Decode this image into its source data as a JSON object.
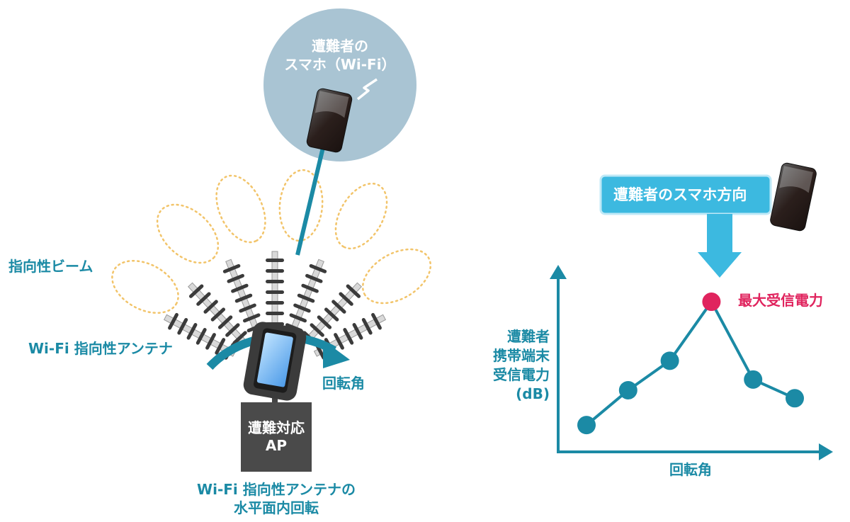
{
  "labels": {
    "victim_phone": [
      "遭難者の",
      "スマホ（Wi-Fi）"
    ],
    "directional_beam": "指向性ビーム",
    "wifi_antenna": "Wi-Fi 指向性アンテナ",
    "rotation_angle_left": "回転角",
    "ap_box": [
      "遭難対応",
      "AP"
    ],
    "antenna_rotation_caption": [
      "Wi-Fi 指向性アンテナの",
      "水平面内回転"
    ],
    "direction_banner": "遭難者のスマホ方向",
    "max_power": "最大受信電力",
    "y_axis_label": [
      "遭難者",
      "携帯端末",
      "受信電力",
      "(dB)"
    ],
    "x_axis_label": "回転角"
  },
  "colors": {
    "teal": "#1b8aa5",
    "circle_bg": "#a9c4d3",
    "beam_outline": "#f2c46a",
    "antenna_dark": "#3b3b3b",
    "ap_box": "#4a4a4a",
    "red_point": "#e0245e",
    "banner_cyan": "#3cb9e0"
  },
  "chart_data": {
    "type": "line",
    "xlabel": "回転角",
    "ylabel": "遭難者 携帯端末 受信電力 (dB)",
    "x": [
      1,
      2,
      3,
      4,
      5,
      6
    ],
    "values": [
      1.0,
      2.3,
      3.4,
      5.6,
      2.7,
      2.0
    ],
    "peak_index": 3,
    "peak_label": "最大受信電力",
    "grid": false
  }
}
